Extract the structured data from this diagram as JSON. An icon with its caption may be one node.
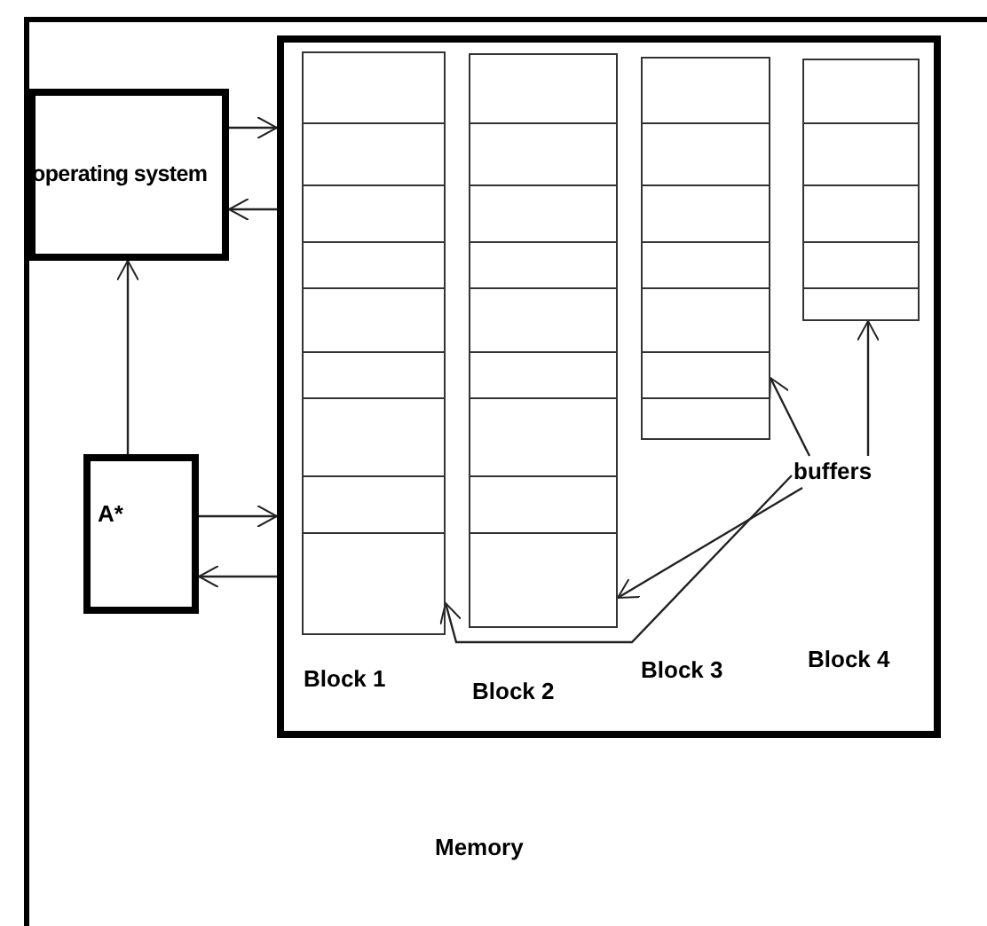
{
  "diagram": {
    "nodes": [
      {
        "text": [
          "Memory"
        ]
      },
      {
        "text": [
          "operating system"
        ]
      },
      {
        "text": [
          "A*"
        ]
      },
      {
        "text": [],
        "shape": "box",
        "in": 0
      },
      {
        "text": [],
        "shape": "box",
        "in": 0
      },
      {
        "text": [],
        "shape": "box",
        "in": 0
      },
      {
        "text": [],
        "shape": "box",
        "in": 0
      },
      {
        "text": [
          "buffers"
        ],
        "in": 0
      }
    ],
    "edges": [
      {
        "from": 1,
        "to": 0,
        "arrow": "to"
      },
      {
        "from": 0,
        "to": 1,
        "arrow": "to"
      },
      {
        "from": 2,
        "to": 1,
        "arrow": "to"
      },
      {
        "from": 2,
        "to": 0,
        "arrow": "to"
      },
      {
        "from": 0,
        "to": 2,
        "arrow": "to"
      },
      {
        "from": 7,
        "to": 6,
        "arrow": "to"
      },
      {
        "from": 7,
        "to": 5,
        "arrow": "to"
      },
      {
        "from": 7,
        "to": 4,
        "arrow": "to"
      },
      {
        "from": 7,
        "to": 3,
        "arrow": "to"
      }
    ],
    "labels": [
      "Block 1",
      "Block 2",
      "Block 3",
      "Block 4"
    ]
  }
}
